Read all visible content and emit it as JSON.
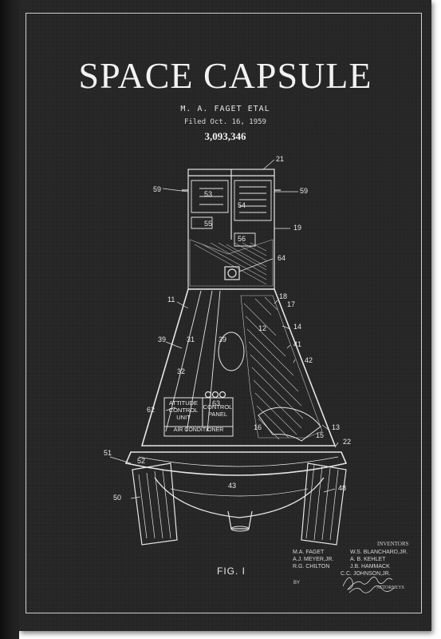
{
  "title": "SPACE CAPSULE",
  "inventor_line": "M. A. FAGET ETAL",
  "filed": "Filed Oct. 16, 1959",
  "patent_number": "3,093,346",
  "fig_label": "FIG. I",
  "inventors_heading": "INVENTORS",
  "inventor_names_left": [
    "M.A. FAGET",
    "A.J. MEYER,JR.",
    "R.G. CHILTON"
  ],
  "inventor_names_right": [
    "W.S. BLANCHARD,JR.",
    "A. B. KEHLET",
    "J.B. HAMMACK",
    "C.C. JOHNSON,JR."
  ],
  "by_label": "BY",
  "attorneys_label": "ATTORNEYS",
  "panel_labels": {
    "attitude": [
      "ATTITUDE",
      "CONTROL",
      "UNIT"
    ],
    "control": [
      "CONTROL",
      "PANEL"
    ],
    "air": "AIR CONDITIONER"
  },
  "callouts": [
    "21",
    "59",
    "59",
    "53",
    "54",
    "55",
    "19",
    "56",
    "64",
    "11",
    "18",
    "17",
    "14",
    "12",
    "39",
    "31",
    "39",
    "41",
    "42",
    "32",
    "63",
    "62",
    "16",
    "13",
    "15",
    "22",
    "51",
    "52",
    "50",
    "48",
    "43"
  ],
  "colors": {
    "board": "#262626",
    "ink": "#e8e8e8",
    "frame": "#cfcfcf"
  }
}
